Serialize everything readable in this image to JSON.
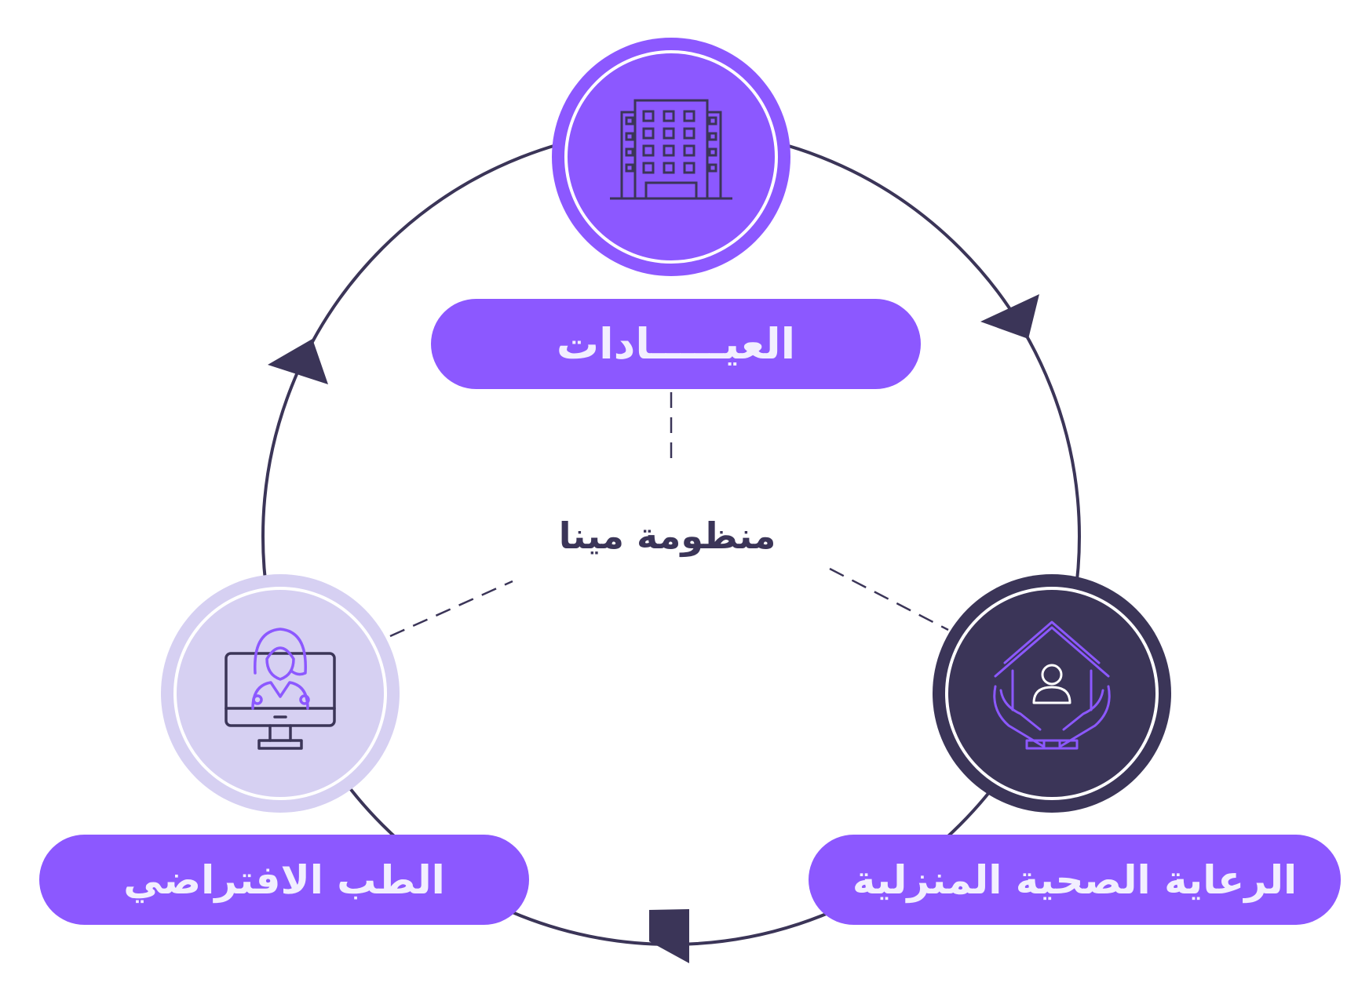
{
  "center": {
    "label": "منظومة مينا"
  },
  "nodes": [
    {
      "id": "clinics",
      "label": "العيـــــادات",
      "icon": "hospital-building-icon",
      "color": "#8c58ff"
    },
    {
      "id": "home-care",
      "label": "الرعاية الصحية المنزلية",
      "icon": "home-care-hands-icon",
      "color": "#3b3558"
    },
    {
      "id": "virtual-medicine",
      "label": "الطب الافتراضي",
      "icon": "telemedicine-doctor-monitor-icon",
      "color": "#d6d0f2"
    }
  ],
  "colors": {
    "accent": "#8c58ff",
    "dark": "#3b3558",
    "light": "#d6d0f2",
    "pill_text": "#f2efff"
  }
}
